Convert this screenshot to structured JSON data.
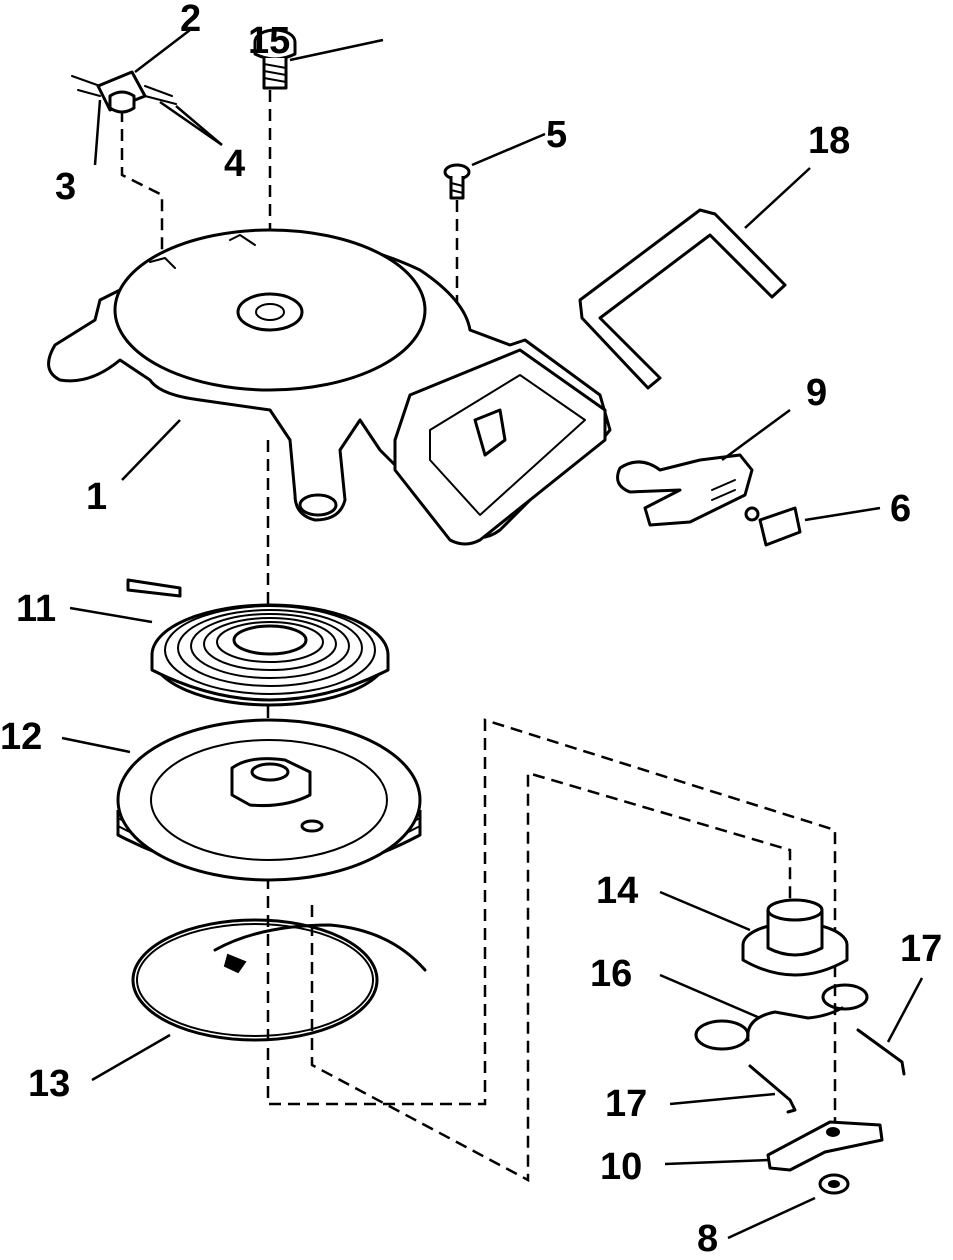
{
  "labels": {
    "p1": "1",
    "p2": "2",
    "p3": "3",
    "p4": "4",
    "p5": "5",
    "p6": "6",
    "p8": "8",
    "p9": "9",
    "p10": "10",
    "p11": "11",
    "p12": "12",
    "p13": "13",
    "p14": "14",
    "p15": "15",
    "p16": "16",
    "p17a": "17",
    "p17b": "17",
    "p18": "18"
  },
  "colors": {
    "ink": "#000000",
    "paper": "#ffffff"
  }
}
